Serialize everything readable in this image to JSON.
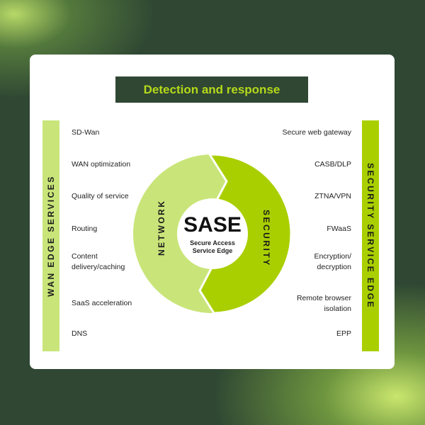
{
  "header": {
    "title": "Detection and response"
  },
  "left_bar": {
    "label": "WAN EDGE SERVICES",
    "color": "#c9e57a"
  },
  "right_bar": {
    "label": "SECURITY SERVICE EDGE",
    "color": "#a9cf00"
  },
  "left_items": [
    "SD-Wan",
    "WAN optimization",
    "Quality of service",
    "Routing",
    "Content delivery/caching",
    "SaaS acceleration",
    "DNS"
  ],
  "right_items": [
    "Secure web gateway",
    "CASB/DLP",
    "ZTNA/VPN",
    "FWaaS",
    "Encryption/ decryption",
    "Remote browser isolation",
    "EPP"
  ],
  "center": {
    "title": "SASE",
    "subtitle_1": "Secure Access",
    "subtitle_2": "Service Edge",
    "left_segment": "NETWORK",
    "right_segment": "SECURITY"
  }
}
